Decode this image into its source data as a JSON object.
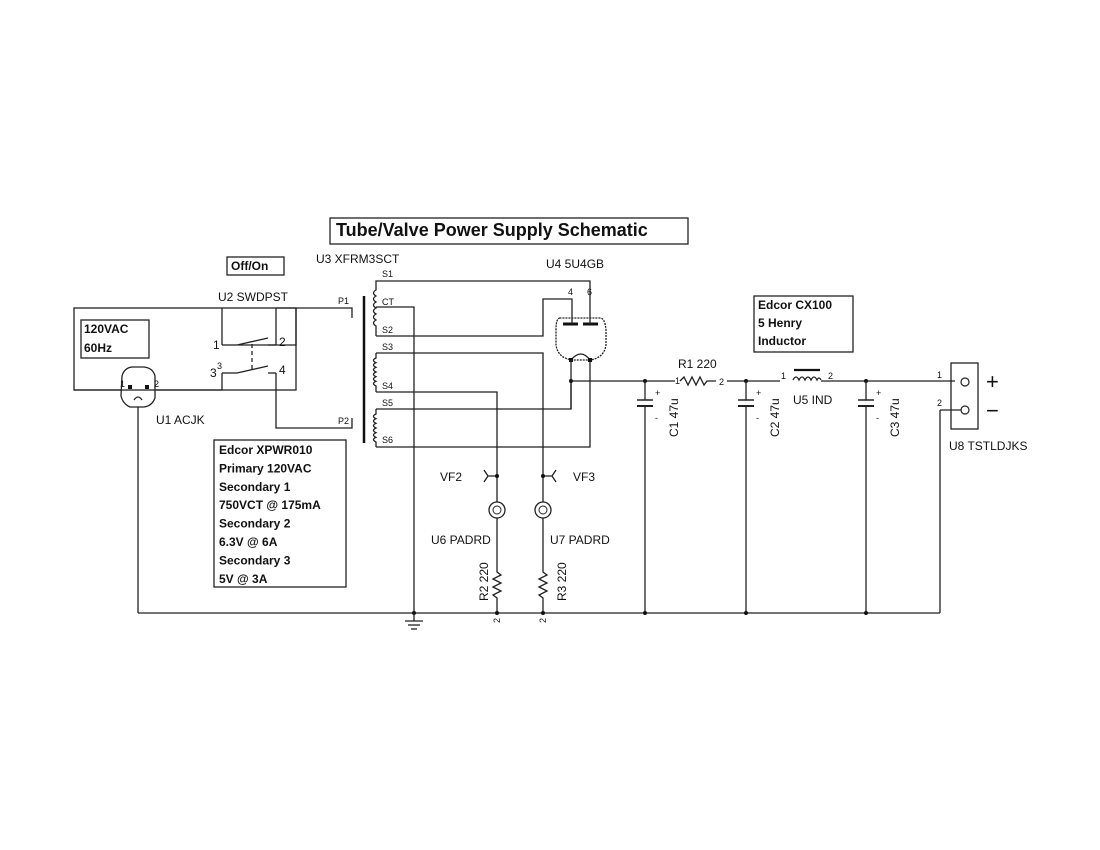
{
  "title": "Tube/Valve Power Supply Schematic",
  "notes": {
    "switch_note": "Off/On",
    "mains_note": [
      "120VAC",
      "60Hz"
    ],
    "transformer_note": [
      "Edcor XPWR010",
      "Primary 120VAC",
      "Secondary 1",
      "750VCT @ 175mA",
      "Secondary 2",
      "6.3V @ 6A",
      "Secondary 3",
      "5V @ 3A"
    ],
    "inductor_note": [
      "Edcor CX100",
      "5 Henry",
      "Inductor"
    ]
  },
  "components": {
    "u1": "U1 ACJK",
    "u2": "U2 SWDPST",
    "u3": "U3 XFRM3SCT",
    "u4": "U4 5U4GB",
    "u5": "U5 IND",
    "u6": "U6 PADRD",
    "u7": "U7 PADRD",
    "u8": "U8 TSTLDJKS",
    "r1": "R1 220",
    "r2": "R2 220",
    "r3": "R3 220",
    "c1": "C1 47u",
    "c2": "C2 47u",
    "c3": "C3 47u",
    "vf2": "VF2",
    "vf3": "VF3"
  },
  "pins": {
    "switch": [
      "1",
      "2",
      "3",
      "4",
      "3"
    ],
    "transformer": [
      "P1",
      "P2",
      "S1",
      "CT",
      "S2",
      "S3",
      "S4",
      "S5",
      "S6"
    ],
    "tube": [
      "4",
      "6"
    ],
    "r1": [
      "1",
      "2"
    ],
    "inductor": [
      "1",
      "2"
    ],
    "output": [
      "1",
      "2"
    ],
    "ground_pins": [
      "2",
      "2"
    ],
    "jack": [
      "1",
      "2"
    ],
    "cap_plus": "+",
    "cap_minus": "-"
  },
  "output_terminals": {
    "plus": "+",
    "minus": "−"
  }
}
